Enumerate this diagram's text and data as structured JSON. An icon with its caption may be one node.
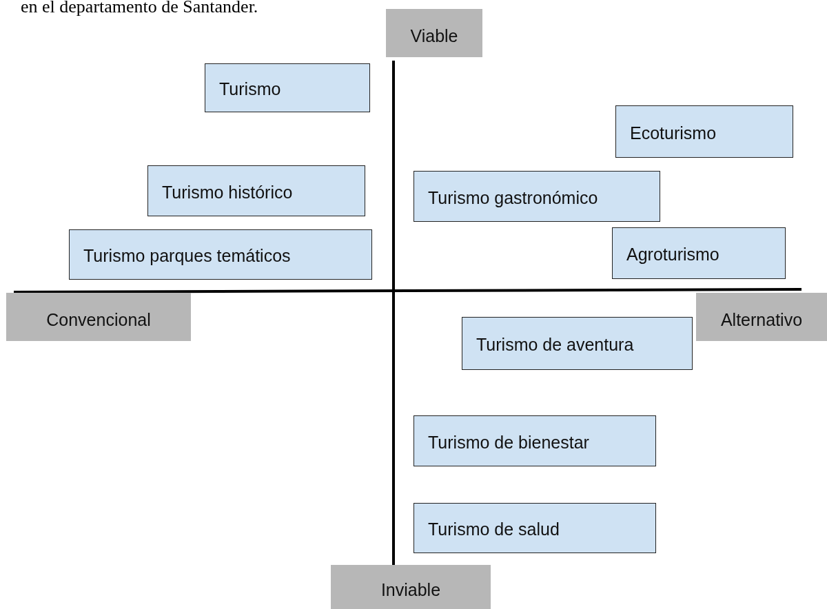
{
  "diagram": {
    "nodes": [
      {
        "text": [
          "Viable"
        ]
      },
      {
        "text": [
          "Turismo"
        ]
      },
      {
        "text": [
          "Ecoturismo"
        ]
      },
      {
        "text": [
          "Turismo histórico"
        ]
      },
      {
        "text": [
          "Turismo gastronómico"
        ]
      },
      {
        "text": [
          "Turismo parques temáticos"
        ]
      },
      {
        "text": [
          "Agroturismo"
        ]
      },
      {
        "text": [
          "Convencional"
        ]
      },
      {
        "text": [
          "Alternativo"
        ]
      },
      {
        "text": [
          "Turismo de aventura"
        ]
      },
      {
        "text": [
          "Turismo de bienestar"
        ]
      },
      {
        "text": [
          "Turismo de salud"
        ]
      },
      {
        "text": [
          "Inviable"
        ]
      }
    ],
    "labels": [
      "en el departamento de Santander."
    ]
  }
}
